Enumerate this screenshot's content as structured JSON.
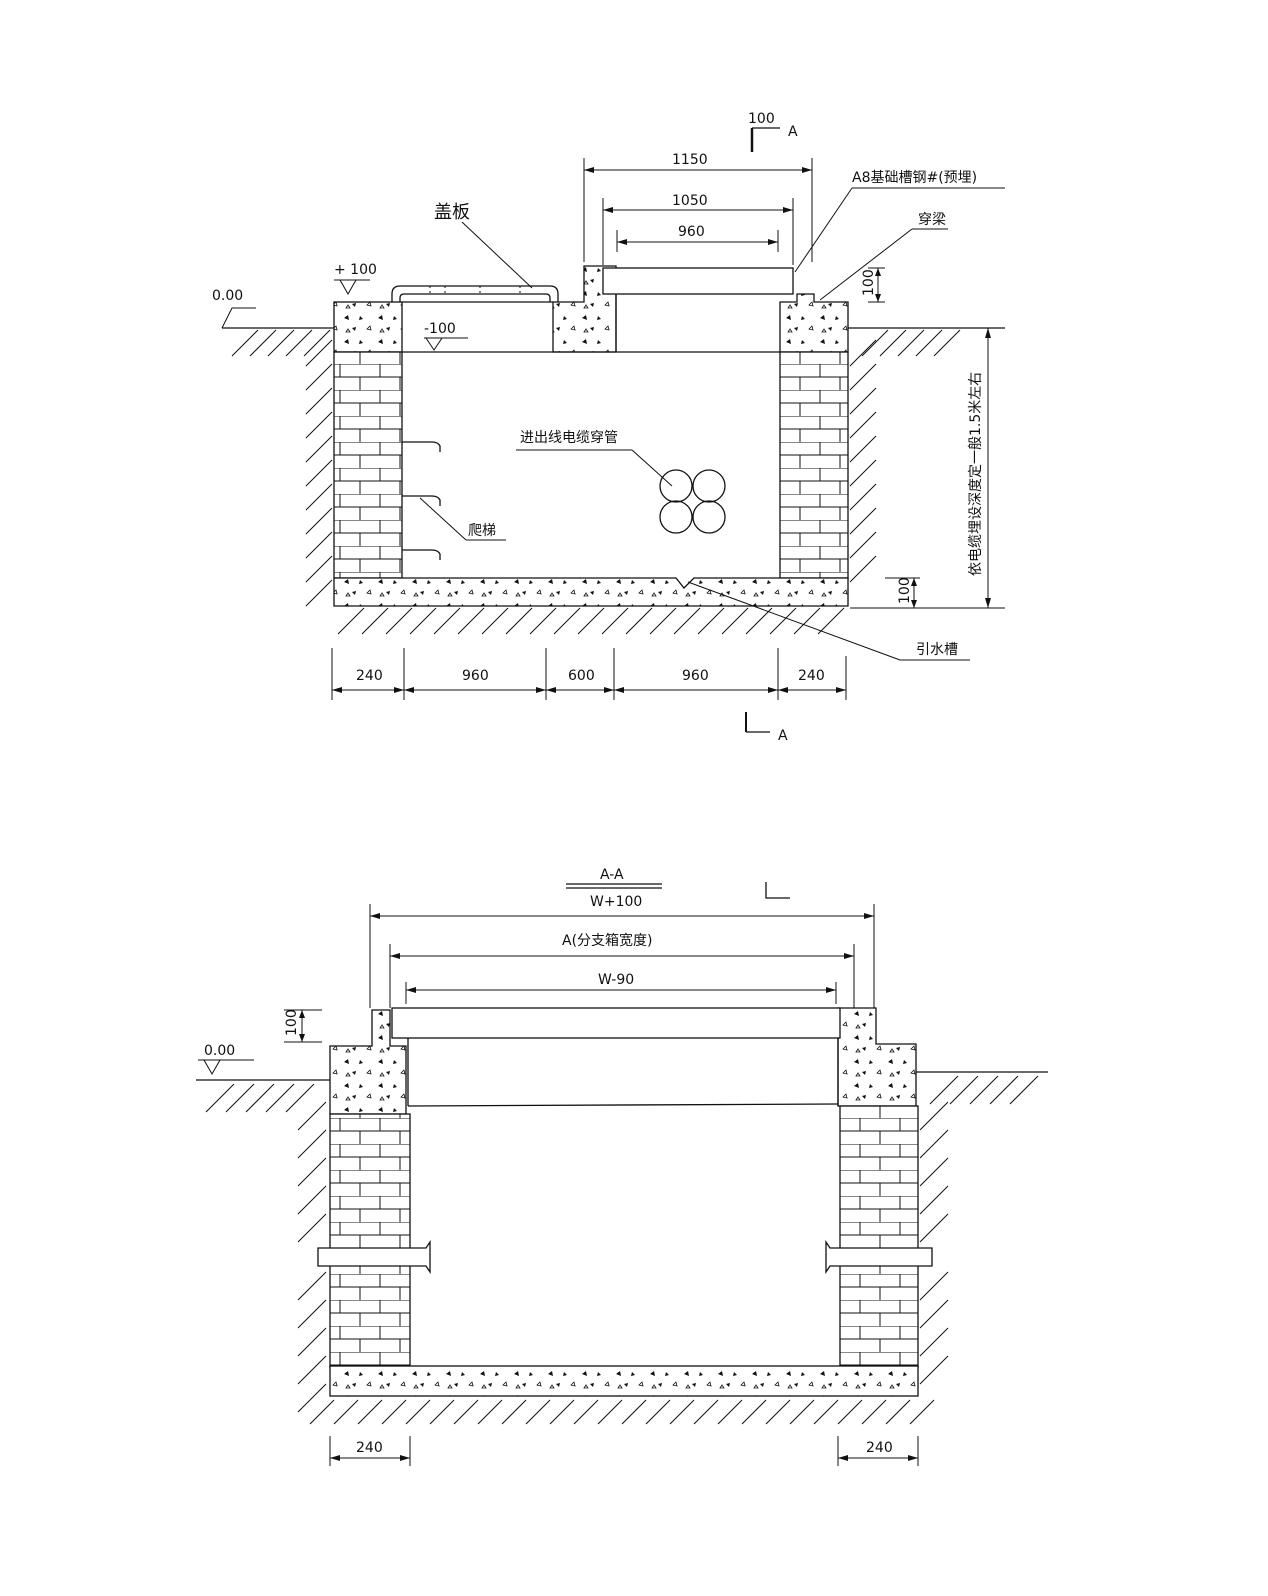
{
  "top_section": {
    "section_mark_top": {
      "number": "100",
      "letter": "A"
    },
    "section_mark_bottom": {
      "letter": "A"
    },
    "dim_1150": "1150",
    "dim_1050": "1050",
    "dim_960": "960",
    "label_channel_steel": "A8基础槽钢#(预埋)",
    "label_beam": "穿梁",
    "label_cover": "盖板",
    "level_plus100": "+ 100",
    "level_000": "0.00",
    "level_minus100": "-100",
    "dim_100_right": "100",
    "dim_100_bottom": "100",
    "label_cable_conduit": "进出线电缆穿管",
    "label_ladder": "爬梯",
    "label_depth": "依电缆埋设深度定一般1.5米左右",
    "label_drain": "引水槽",
    "bottom_dims": [
      "240",
      "960",
      "600",
      "960",
      "240"
    ]
  },
  "bottom_section": {
    "section_title": "A-A",
    "section_subtitle": "W+100",
    "dim_A": "A(分支箱宽度)",
    "dim_W90": "W-90",
    "dim_100": "100",
    "level_000": "0.00",
    "dim_240_left": "240",
    "dim_240_right": "240"
  },
  "colors": {
    "line": "#111111",
    "background": "#ffffff"
  }
}
